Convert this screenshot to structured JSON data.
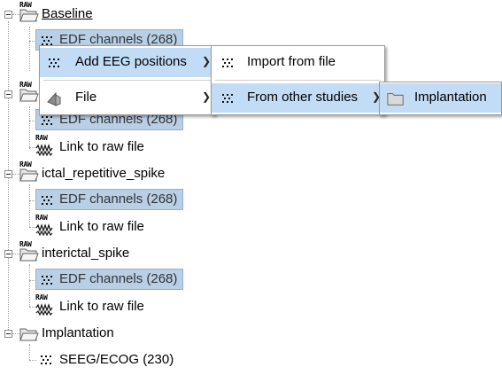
{
  "tree": {
    "raw_tag": "RAW",
    "baseline_label": "Baseline",
    "edf_label": "EDF channels (268)",
    "link_label": "Link to raw file",
    "ictal_label": "ictal_repetitive_spike",
    "interictal_label": "interictal_spike",
    "implantation_label": "Implantation",
    "seeg_label": "SEEG/ECOG (230)"
  },
  "context_menu": {
    "add_eeg_label": "Add EEG positions",
    "file_label": "File"
  },
  "submenu_eeg": {
    "import_label": "Import from file",
    "other_studies_label": "From other studies"
  },
  "submenu_studies": {
    "implantation_label": "Implantation"
  },
  "colors": {
    "selection": "#b8cfe6",
    "menu_highlight": "#c2dcf5"
  }
}
